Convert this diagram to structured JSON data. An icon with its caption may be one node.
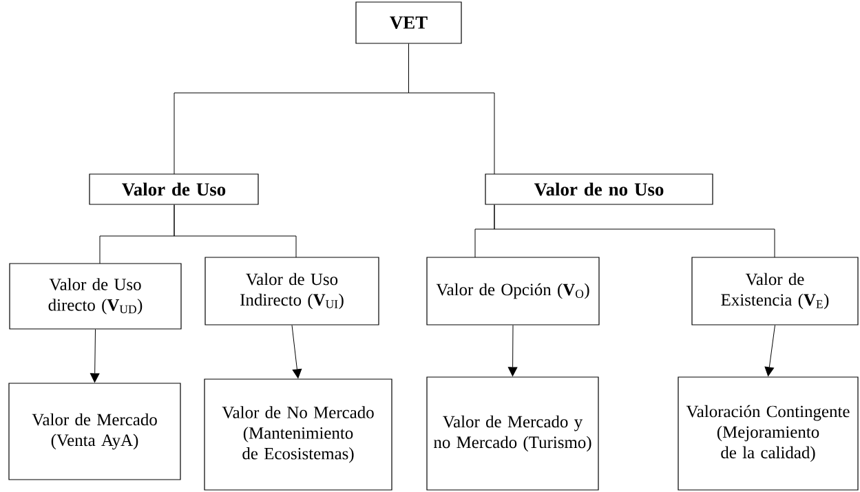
{
  "diagram": {
    "nodes": [
      {
        "text": [
          "VET"
        ]
      },
      {
        "text": [
          "Valor de Uso"
        ]
      },
      {
        "text": [
          "Valor de no Uso"
        ]
      },
      {
        "text": [
          "Valor de Uso directo (**V**$_{UD}$)"
        ]
      },
      {
        "text": [
          "Valor de Uso Indirecto (**V**$_{UI}$)"
        ]
      },
      {
        "text": [
          "Valor de Opción (**V**$_{O}$)"
        ]
      },
      {
        "text": [
          "Valor de Existencia (**V**$_{E}$)"
        ]
      },
      {
        "text": [
          "Valor de Mercado (Venta AyA)"
        ]
      },
      {
        "text": [
          "Valor de No Mercado (Mantenimiento de Ecosistemas)"
        ]
      },
      {
        "text": [
          "Valor de Mercado y no Mercado (Turismo)"
        ]
      },
      {
        "text": [
          "Valoración Contingente (Mejoramiento de la calidad)"
        ]
      }
    ],
    "edges": [
      {
        "from": 0,
        "to": 1,
        "arrow": "none"
      },
      {
        "from": 0,
        "to": 2,
        "arrow": "none"
      },
      {
        "from": 1,
        "to": 3,
        "arrow": "none"
      },
      {
        "from": 1,
        "to": 4,
        "arrow": "none"
      },
      {
        "from": 2,
        "to": 5,
        "arrow": "none"
      },
      {
        "from": 2,
        "to": 6,
        "arrow": "none"
      },
      {
        "from": 3,
        "to": 7,
        "arrow": "to"
      },
      {
        "from": 4,
        "to": 8,
        "arrow": "to"
      },
      {
        "from": 5,
        "to": 9,
        "arrow": "to"
      },
      {
        "from": 6,
        "to": 10,
        "arrow": "to"
      }
    ]
  }
}
